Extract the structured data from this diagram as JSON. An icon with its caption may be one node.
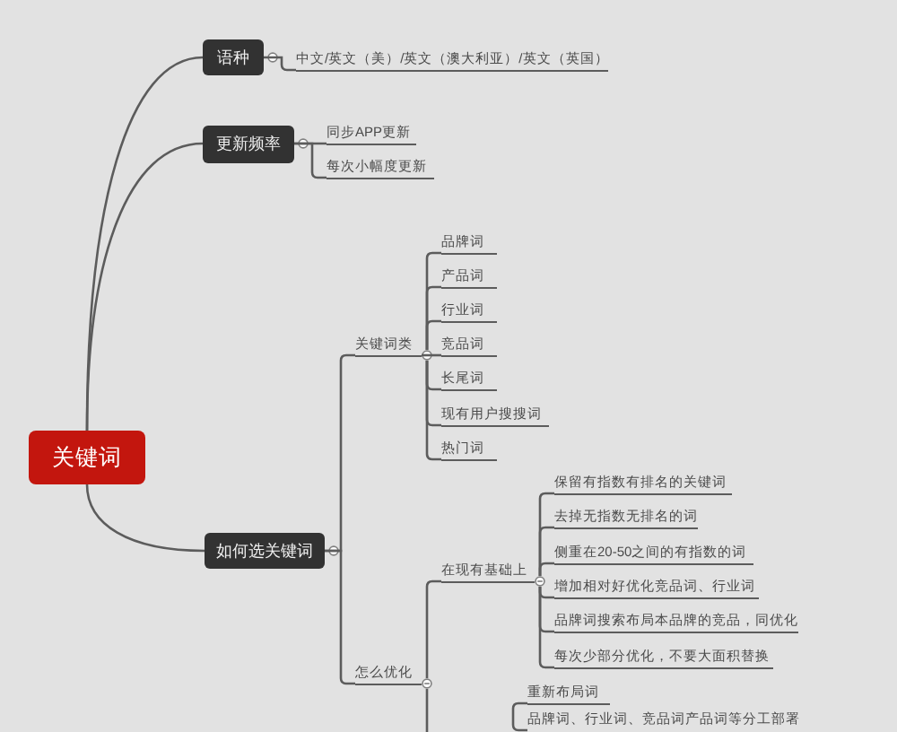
{
  "diagram": {
    "nodes": [
      {
        "text": [
          "关键词"
        ]
      },
      {
        "text": [
          "语种"
        ]
      },
      {
        "text": [
          "中文/英文（美）/英文（澳大利亚）/英文（英国）"
        ]
      },
      {
        "text": [
          "更新频率"
        ]
      },
      {
        "text": [
          "同步APP更新"
        ]
      },
      {
        "text": [
          "每次小幅度更新"
        ]
      },
      {
        "text": [
          "如何选关键词"
        ]
      },
      {
        "text": [
          "关键词类"
        ]
      },
      {
        "text": [
          "品牌词"
        ]
      },
      {
        "text": [
          "产品词"
        ]
      },
      {
        "text": [
          "行业词"
        ]
      },
      {
        "text": [
          "竞品词"
        ]
      },
      {
        "text": [
          "长尾词"
        ]
      },
      {
        "text": [
          "现有用户搜搜词"
        ]
      },
      {
        "text": [
          "热门词"
        ]
      },
      {
        "text": [
          "怎么优化"
        ]
      },
      {
        "text": [
          "在现有基础上"
        ]
      },
      {
        "text": [
          "保留有指数有排名的关键词"
        ]
      },
      {
        "text": [
          "去掉无指数无排名的词"
        ]
      },
      {
        "text": [
          "侧重在20-50之间的有指数的词"
        ]
      },
      {
        "text": [
          "增加相对好优化竞品词、行业词"
        ]
      },
      {
        "text": [
          "品牌词搜索布局本品牌的竞品，同优化"
        ]
      },
      {
        "text": [
          "每次少部分优化，不要大面积替换"
        ]
      },
      {
        "text": [
          "重新布局词"
        ]
      },
      {
        "text": [
          "品牌词、行业词、竞品词产品词等分工部署"
        ]
      }
    ],
    "edges": [
      {
        "from": 0,
        "to": 1,
        "arrow": "none"
      },
      {
        "from": 0,
        "to": 3,
        "arrow": "none"
      },
      {
        "from": 0,
        "to": 6,
        "arrow": "none"
      },
      {
        "from": 1,
        "to": 2,
        "arrow": "none"
      },
      {
        "from": 3,
        "to": 4,
        "arrow": "none"
      },
      {
        "from": 3,
        "to": 5,
        "arrow": "none"
      },
      {
        "from": 6,
        "to": 7,
        "arrow": "none"
      },
      {
        "from": 6,
        "to": 15,
        "arrow": "none"
      },
      {
        "from": 7,
        "to": 8,
        "arrow": "none"
      },
      {
        "from": 7,
        "to": 9,
        "arrow": "none"
      },
      {
        "from": 7,
        "to": 10,
        "arrow": "none"
      },
      {
        "from": 7,
        "to": 11,
        "arrow": "none"
      },
      {
        "from": 7,
        "to": 12,
        "arrow": "none"
      },
      {
        "from": 7,
        "to": 13,
        "arrow": "none"
      },
      {
        "from": 7,
        "to": 14,
        "arrow": "none"
      },
      {
        "from": 15,
        "to": 16,
        "arrow": "none"
      },
      {
        "from": 15,
        "to": null,
        "arrow": "none"
      },
      {
        "from": 16,
        "to": 17,
        "arrow": "none"
      },
      {
        "from": 16,
        "to": 18,
        "arrow": "none"
      },
      {
        "from": 16,
        "to": 19,
        "arrow": "none"
      },
      {
        "from": 16,
        "to": 20,
        "arrow": "none"
      },
      {
        "from": 16,
        "to": 21,
        "arrow": "none"
      },
      {
        "from": 16,
        "to": 22,
        "arrow": "none"
      },
      {
        "from": 24,
        "to": 23,
        "arrow": "none"
      }
    ]
  }
}
